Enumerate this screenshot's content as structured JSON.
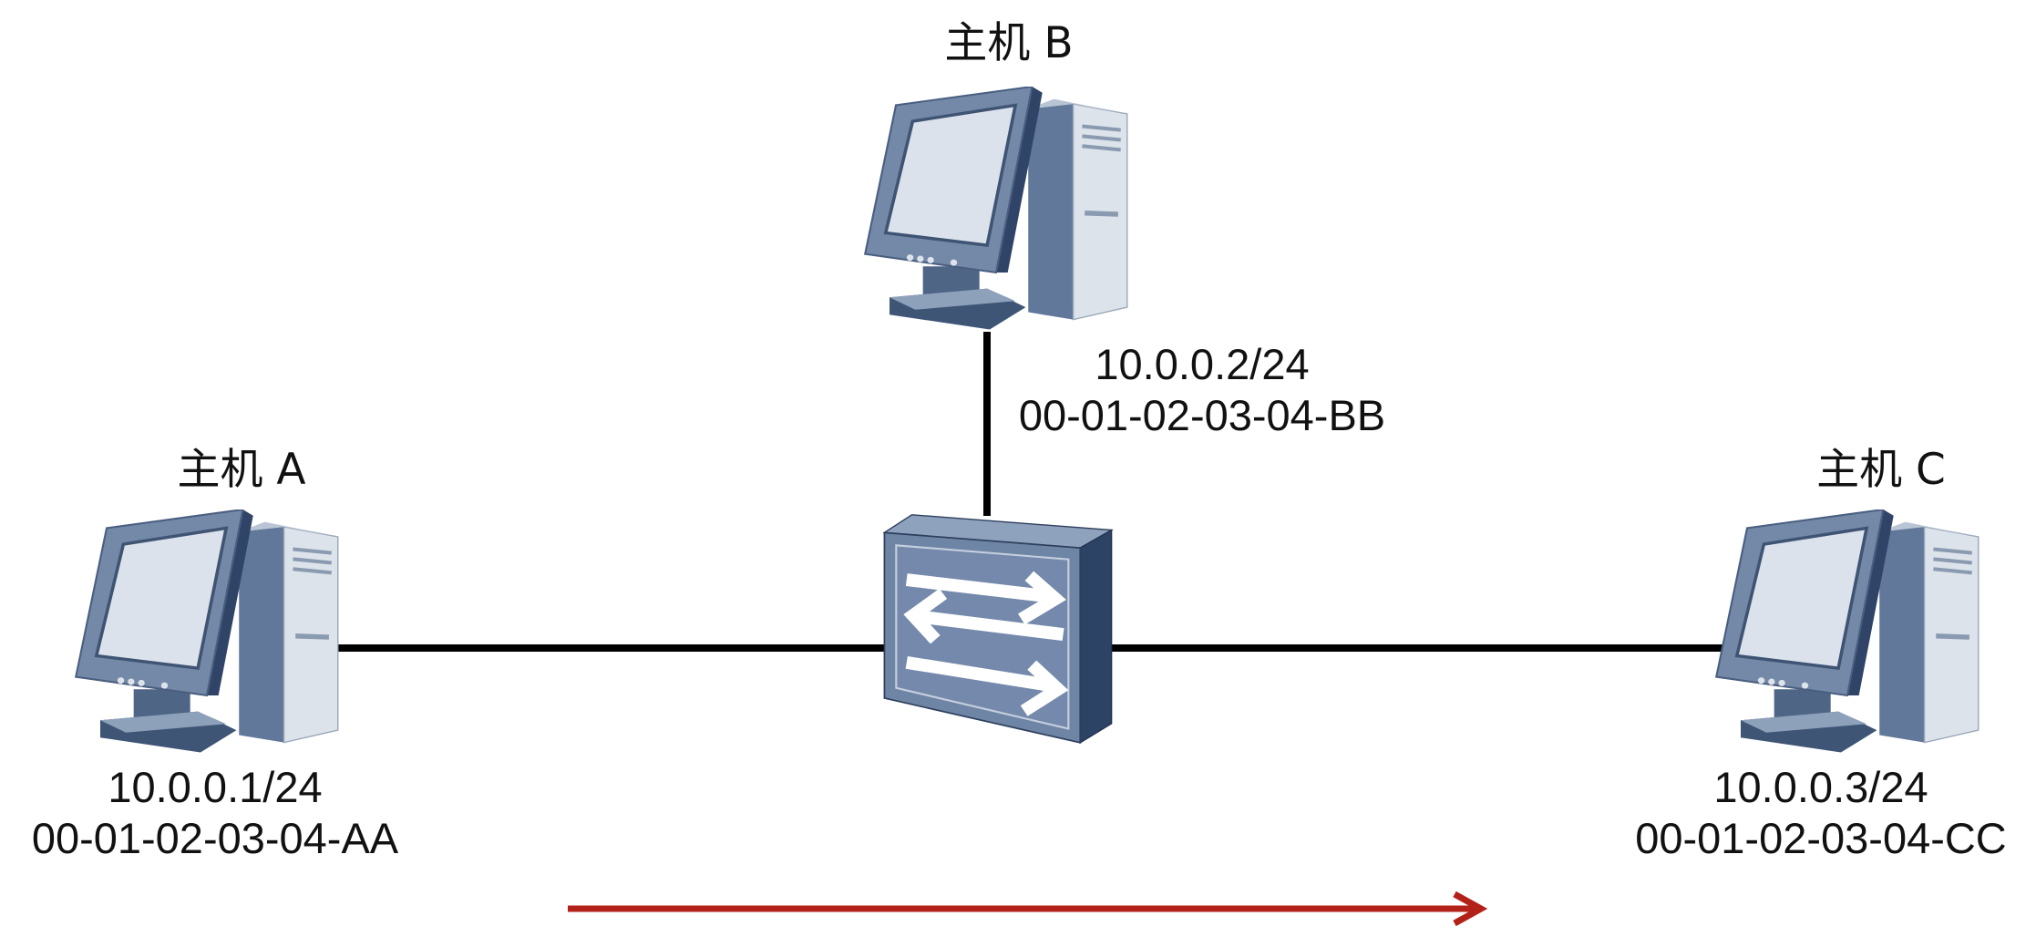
{
  "hosts": [
    {
      "name": "主机 A",
      "ip": "10.0.0.1/24",
      "mac": "00-01-02-03-04-AA",
      "icon": "computer-icon"
    },
    {
      "name": "主机 B",
      "ip": "10.0.0.2/24",
      "mac": "00-01-02-03-04-BB",
      "icon": "computer-icon"
    },
    {
      "name": "主机 C",
      "ip": "10.0.0.3/24",
      "mac": "00-01-02-03-04-CC",
      "icon": "computer-icon"
    }
  ],
  "switch": {
    "icon": "switch-icon"
  },
  "flow_arrow": {
    "direction": "right"
  },
  "colors": {
    "link": "#000000",
    "flow_arrow": "#b22218",
    "device_dark": "#2d4366",
    "device_mid": "#7489a8",
    "device_light": "#dde3ea"
  }
}
